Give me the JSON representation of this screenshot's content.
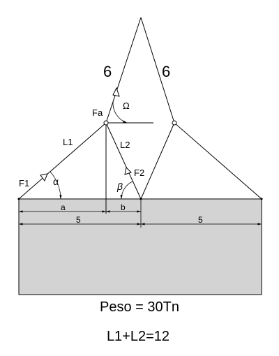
{
  "labels": {
    "side_left": "6",
    "side_right": "6",
    "omega": "Ω",
    "fa": "Fa",
    "l1": "L1",
    "l2": "L2",
    "f1": "F1",
    "f2": "F2",
    "alpha": "α",
    "beta": "β",
    "dim_a": "a",
    "dim_b": "b",
    "dim_left": "5",
    "dim_right": "5"
  },
  "captions": {
    "weight": "Peso = 30Tn",
    "constraint": "L1+L2=12"
  },
  "colors": {
    "block_fill": "#d3d3d3",
    "line": "#000000"
  }
}
